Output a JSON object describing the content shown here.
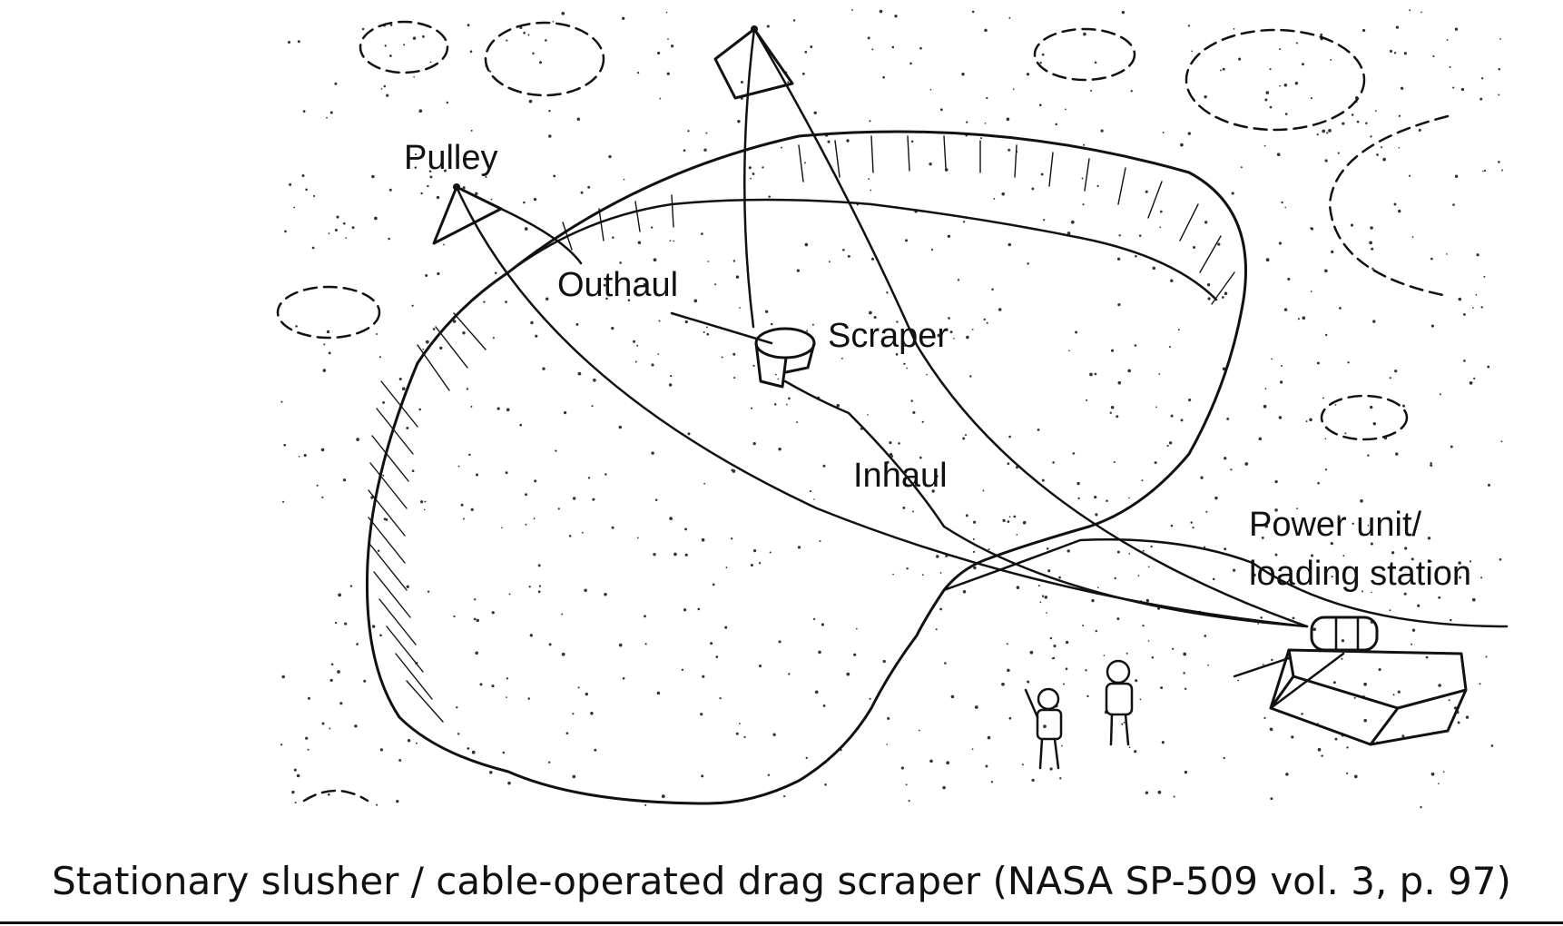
{
  "labels": {
    "pulley": "Pulley",
    "outhaul": "Outhaul",
    "scraper": "Scraper",
    "inhaul": "Inhaul",
    "power_unit_line1": "Power unit/",
    "power_unit_line2": "loading station"
  },
  "caption": "Stationary slusher / cable-operated drag scraper (NASA SP-509 vol. 3, p. 97)",
  "colors": {
    "ink": "#111111",
    "background": "#ffffff"
  }
}
